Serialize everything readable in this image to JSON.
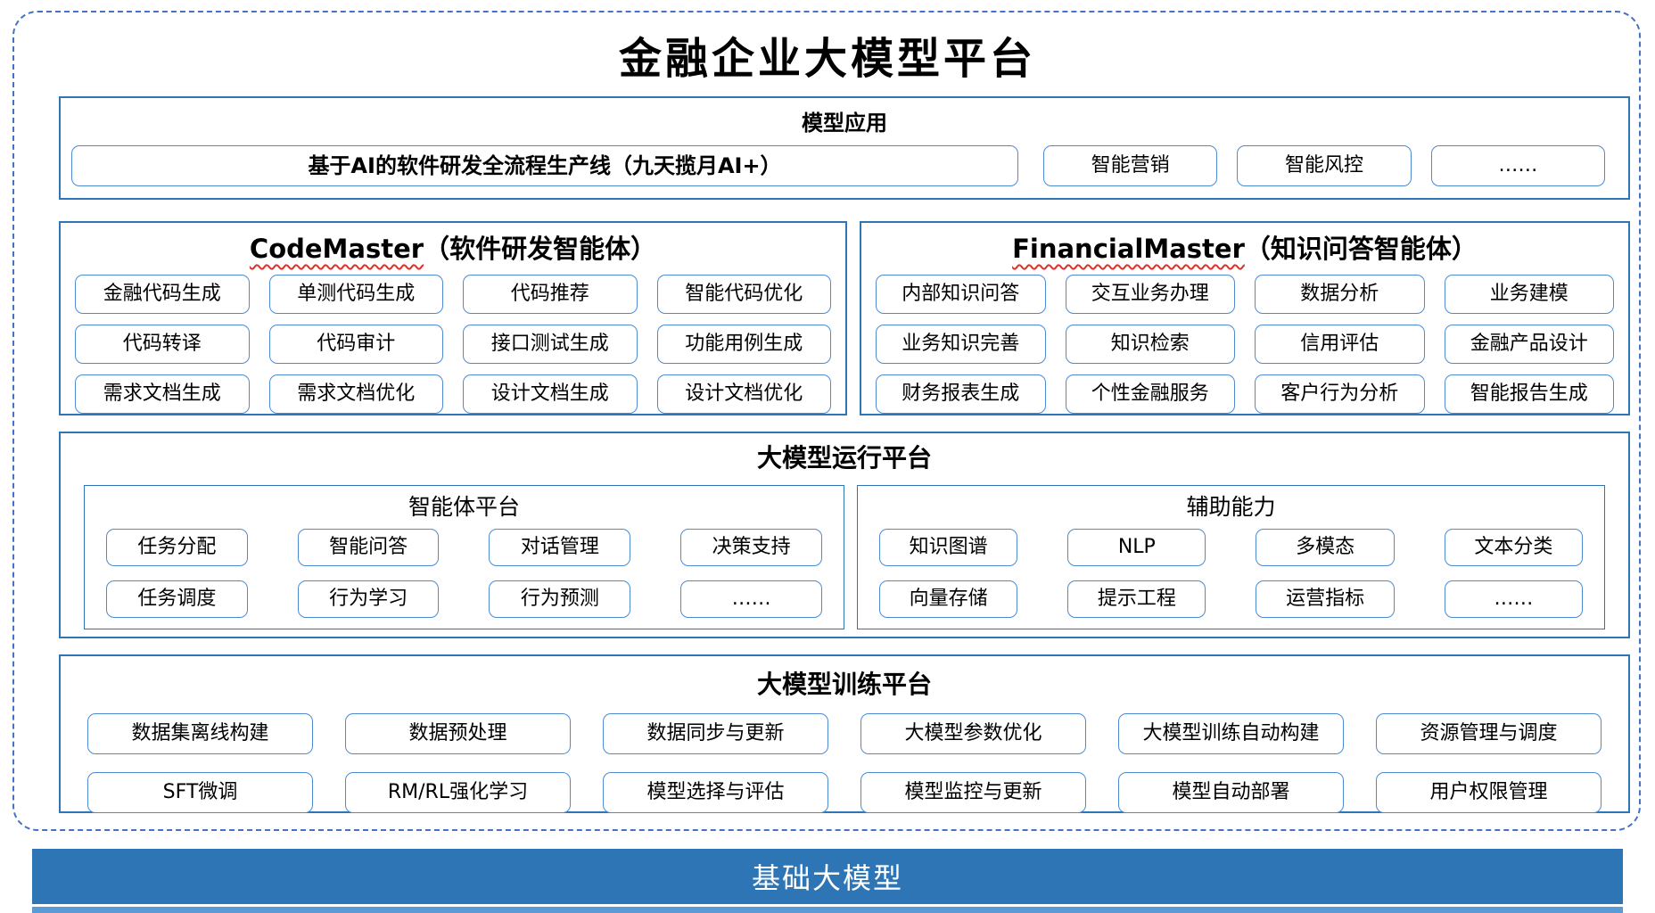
{
  "title": "金融企业大模型平台",
  "colors": {
    "accent": "#2E75B6",
    "item_border": "#4C8BD2",
    "dashed": "#4472C4",
    "squiggle": "#E0302A",
    "base_bar_bg": "#2E75B6",
    "base_strip": "#5B9BD5",
    "base_bar_text": "#FFFFFF",
    "text": "#000000"
  },
  "sections": {
    "model_apps": {
      "title": "模型应用",
      "wide_item": "基于AI的软件研发全流程生产线（九天揽月AI+）",
      "items": [
        "智能营销",
        "智能风控",
        "……"
      ]
    },
    "code_master": {
      "title_en": "CodeMaster",
      "title_zh": "（软件研发智能体）",
      "items": [
        "金融代码生成",
        "单测代码生成",
        "代码推荐",
        "智能代码优化",
        "代码转译",
        "代码审计",
        "接口测试生成",
        "功能用例生成",
        "需求文档生成",
        "需求文档优化",
        "设计文档生成",
        "设计文档优化"
      ]
    },
    "financial_master": {
      "title_en": "FinancialMaster",
      "title_zh": "（知识问答智能体）",
      "items": [
        "内部知识问答",
        "交互业务办理",
        "数据分析",
        "业务建模",
        "业务知识完善",
        "知识检索",
        "信用评估",
        "金融产品设计",
        "财务报表生成",
        "个性金融服务",
        "客户行为分析",
        "智能报告生成"
      ]
    },
    "runtime": {
      "title": "大模型运行平台",
      "agent_platform": {
        "title": "智能体平台",
        "items": [
          "任务分配",
          "智能问答",
          "对话管理",
          "决策支持",
          "任务调度",
          "行为学习",
          "行为预测",
          "……"
        ]
      },
      "aux": {
        "title": "辅助能力",
        "items": [
          "知识图谱",
          "NLP",
          "多模态",
          "文本分类",
          "向量存储",
          "提示工程",
          "运营指标",
          "……"
        ]
      }
    },
    "training": {
      "title": "大模型训练平台",
      "items": [
        "数据集离线构建",
        "数据预处理",
        "数据同步与更新",
        "大模型参数优化",
        "大模型训练自动构建",
        "资源管理与调度",
        "SFT微调",
        "RM/RL强化学习",
        "模型选择与评估",
        "模型监控与更新",
        "模型自动部署",
        "用户权限管理"
      ]
    },
    "base_model": {
      "title": "基础大模型"
    }
  }
}
